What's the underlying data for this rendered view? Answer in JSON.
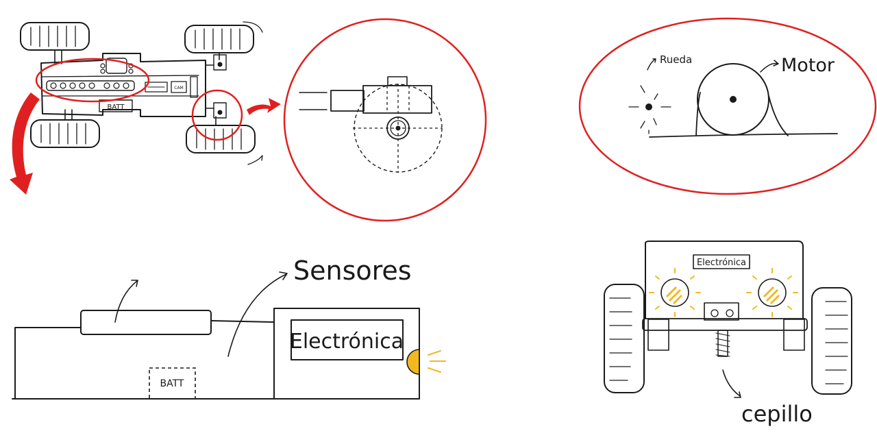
{
  "labels": {
    "batt_top": "BATT",
    "cam": "CAM",
    "rueda": "Rueda",
    "motor": "Motor",
    "sensores": "Sensores",
    "electronica_side": "Electrónica",
    "batt_side": "BATT",
    "electronica_front": "Electrónica",
    "cepillo": "cepillo"
  },
  "colors": {
    "ink": "#1a1a1a",
    "highlight_red": "#e02020",
    "light_amber": "#f2b820"
  },
  "icons": {
    "headlight": "sun-lamp-icon"
  }
}
